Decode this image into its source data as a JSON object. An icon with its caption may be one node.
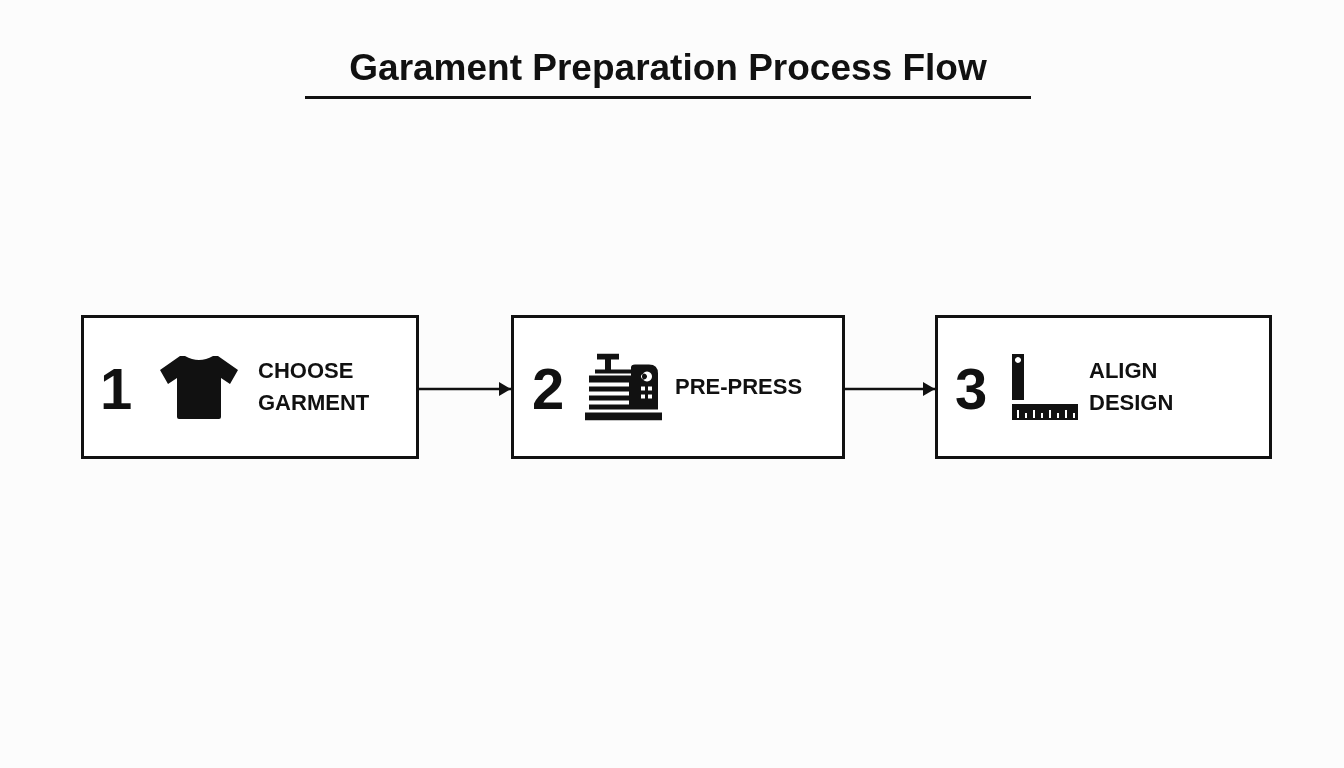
{
  "diagram": {
    "title": "Garament Preparation Process Flow",
    "nodes": [
      {
        "text": [
          "1",
          "CHOOSE GARMENT"
        ]
      },
      {
        "text": [
          "2",
          "PRE-PRESS"
        ]
      },
      {
        "text": [
          "3",
          "ALIGN DESIGN"
        ]
      }
    ],
    "edges": [
      {
        "from": 0,
        "to": 1,
        "arrow": "to"
      },
      {
        "from": 1,
        "to": 2,
        "arrow": "to"
      }
    ]
  }
}
